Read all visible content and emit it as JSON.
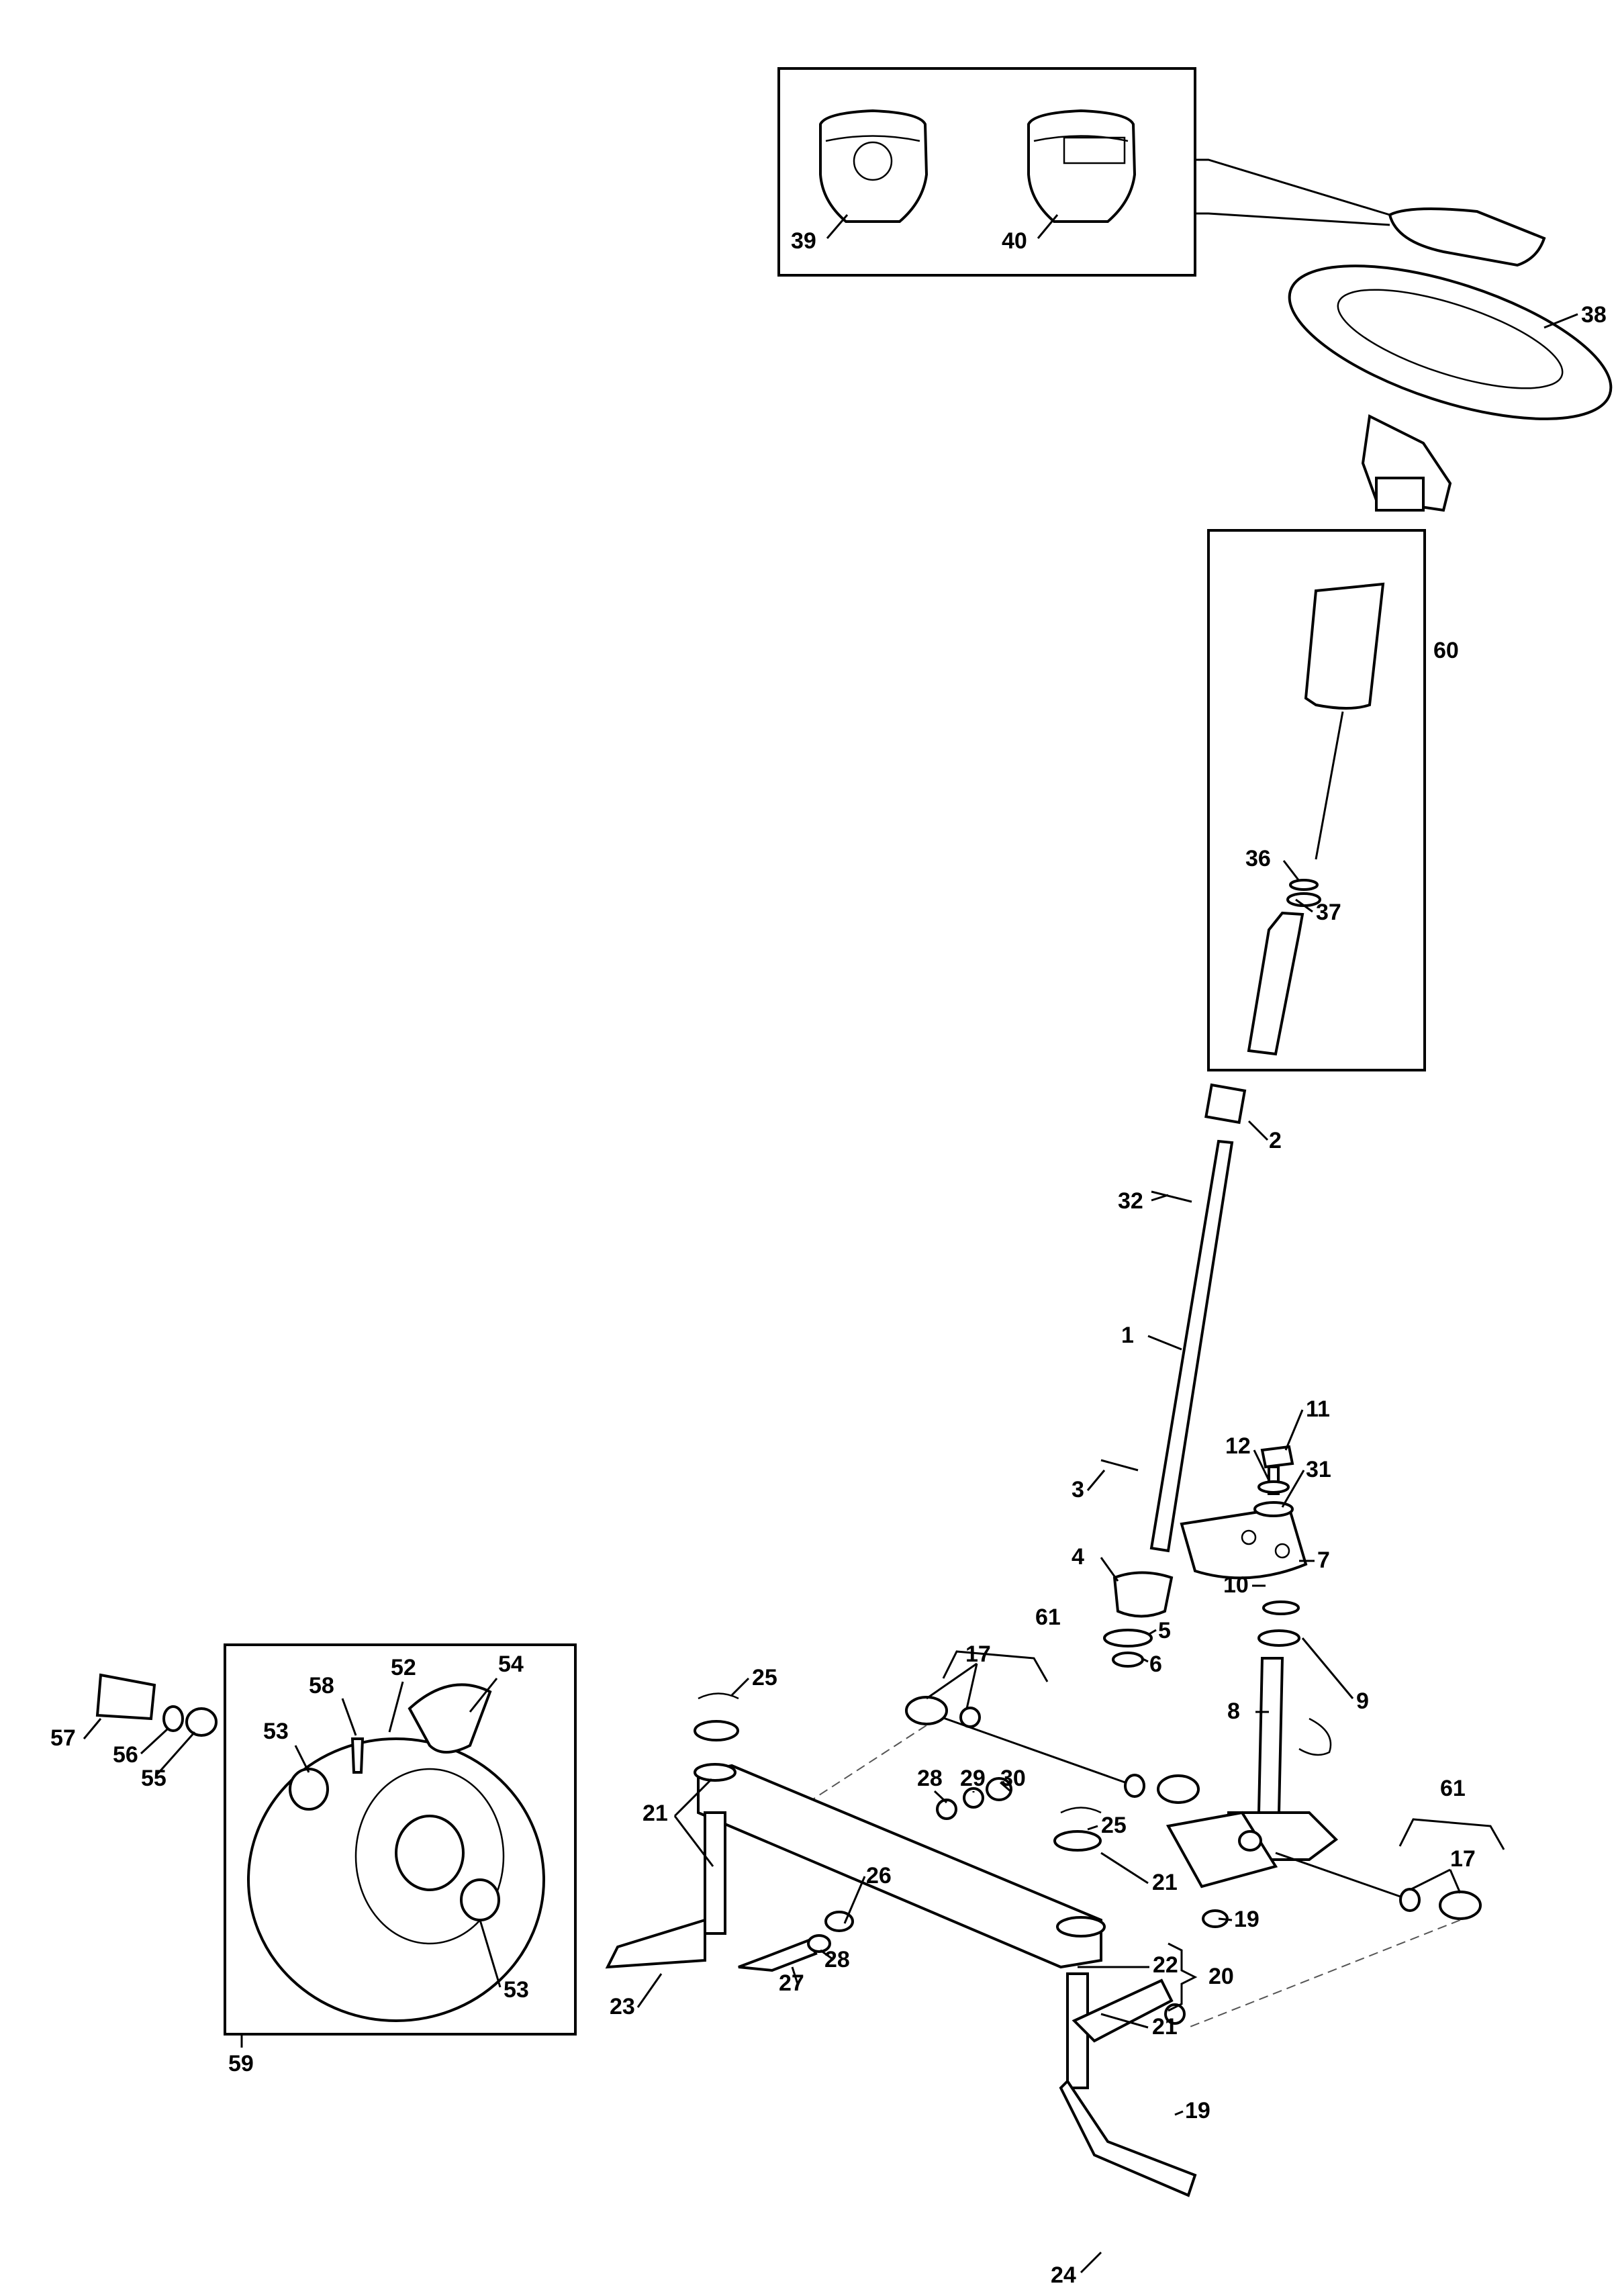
{
  "callouts": [
    {
      "id": "c39",
      "text": "39"
    },
    {
      "id": "c40",
      "text": "40"
    },
    {
      "id": "c38",
      "text": "38"
    },
    {
      "id": "c60",
      "text": "60"
    },
    {
      "id": "c36",
      "text": "36"
    },
    {
      "id": "c37",
      "text": "37"
    },
    {
      "id": "c2",
      "text": "2"
    },
    {
      "id": "c32",
      "text": "32"
    },
    {
      "id": "c1",
      "text": "1"
    },
    {
      "id": "c11",
      "text": "11"
    },
    {
      "id": "c12",
      "text": "12"
    },
    {
      "id": "c31",
      "text": "31"
    },
    {
      "id": "c3",
      "text": "3"
    },
    {
      "id": "c7",
      "text": "7"
    },
    {
      "id": "c4",
      "text": "4"
    },
    {
      "id": "c10",
      "text": "10"
    },
    {
      "id": "c5",
      "text": "5"
    },
    {
      "id": "c6",
      "text": "6"
    },
    {
      "id": "c9",
      "text": "9"
    },
    {
      "id": "c8",
      "text": "8"
    },
    {
      "id": "c61a",
      "text": "61"
    },
    {
      "id": "c61b",
      "text": "61"
    },
    {
      "id": "c17a",
      "text": "17"
    },
    {
      "id": "c17b",
      "text": "17"
    },
    {
      "id": "c25a",
      "text": "25"
    },
    {
      "id": "c25b",
      "text": "25"
    },
    {
      "id": "c28a",
      "text": "28"
    },
    {
      "id": "c29",
      "text": "29"
    },
    {
      "id": "c30",
      "text": "30"
    },
    {
      "id": "c21a",
      "text": "21"
    },
    {
      "id": "c21b",
      "text": "21"
    },
    {
      "id": "c21c",
      "text": "21"
    },
    {
      "id": "c22",
      "text": "22"
    },
    {
      "id": "c20",
      "text": "20"
    },
    {
      "id": "c19a",
      "text": "19"
    },
    {
      "id": "c19b",
      "text": "19"
    },
    {
      "id": "c23",
      "text": "23"
    },
    {
      "id": "c24",
      "text": "24"
    },
    {
      "id": "c26",
      "text": "26"
    },
    {
      "id": "c27",
      "text": "27"
    },
    {
      "id": "c28b",
      "text": "28"
    },
    {
      "id": "c57",
      "text": "57"
    },
    {
      "id": "c56",
      "text": "56"
    },
    {
      "id": "c55",
      "text": "55"
    },
    {
      "id": "c58",
      "text": "58"
    },
    {
      "id": "c52",
      "text": "52"
    },
    {
      "id": "c54",
      "text": "54"
    },
    {
      "id": "c53a",
      "text": "53"
    },
    {
      "id": "c53b",
      "text": "53"
    },
    {
      "id": "c59",
      "text": "59"
    }
  ]
}
